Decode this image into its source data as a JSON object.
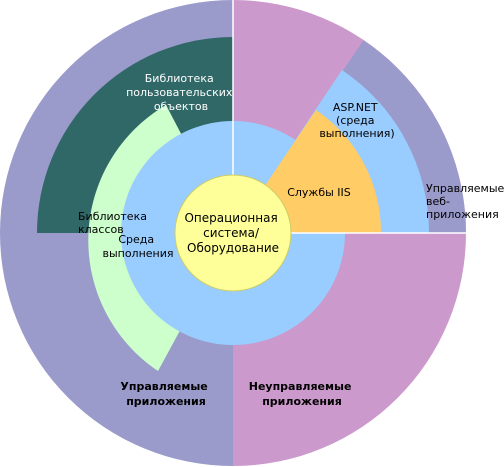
{
  "colors": {
    "managed_outer": "#9A9ACB",
    "unmanaged": "#CC99CC",
    "web_apps_ring": "#9A9ACB",
    "custom_object_library": "#2F6866",
    "class_library": "#CCFFCC",
    "runtime": "#99CCFF",
    "aspnet_runtime": "#99CCFF",
    "iis_services": "#FFCC66",
    "os_hardware": "#FFFF99",
    "divider": "#ffffff"
  },
  "labels": {
    "os_hardware": [
      "Операционная",
      "система/",
      "Оборудование"
    ],
    "runtime": [
      "Среда",
      "выполнения"
    ],
    "class_library": [
      "Библиотека",
      "классов"
    ],
    "custom_object_library": [
      "Библиотека",
      "пользовательских",
      "объектов"
    ],
    "aspnet": [
      "ASP.NET",
      "(среда",
      "выполнения)"
    ],
    "iis_services": [
      "Службы IIS"
    ],
    "managed_web_apps": [
      "Управляемые",
      "веб-",
      "приложения"
    ],
    "managed_apps": [
      "Управляемые",
      "приложения"
    ],
    "unmanaged_apps": [
      "Неуправляемые",
      "приложения"
    ]
  }
}
